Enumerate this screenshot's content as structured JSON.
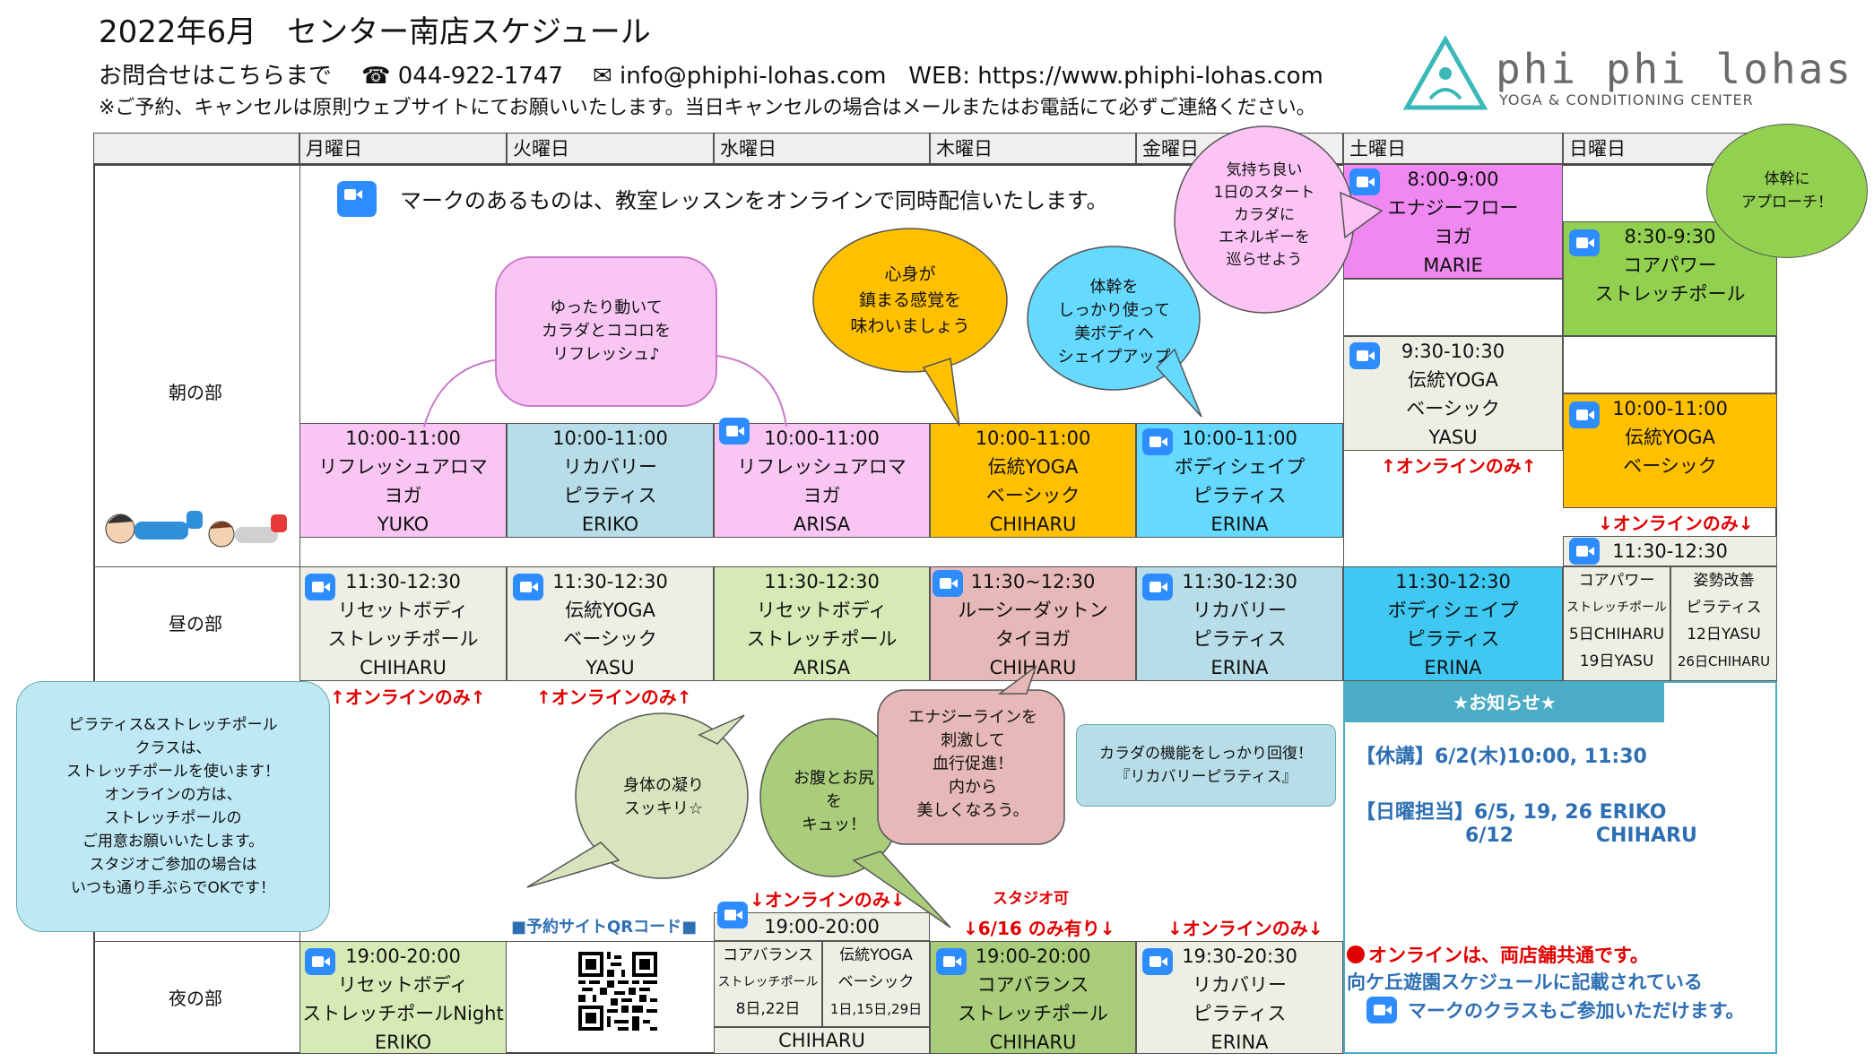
{
  "header": {
    "title": "2022年6月　センター南店スケジュール",
    "contact_lead": "お問合せはこちらまで",
    "phone": "☎ 044-922-1747",
    "email": "✉ info@phiphi-lohas.com",
    "web": "WEB: https://www.phiphi-lohas.com",
    "notice": "※ご予約、キャンセルは原則ウェブサイトにてお願いいたします。当日キャンセルの場合はメールまたはお電話にて必ずご連絡ください。"
  },
  "logo": {
    "name": "phi phi lohas",
    "sub": "YOGA & CONDITIONING CENTER"
  },
  "days": [
    "月曜日",
    "火曜日",
    "水曜日",
    "木曜日",
    "金曜日",
    "土曜日",
    "日曜日"
  ],
  "periods": {
    "morning": "朝の部",
    "noon": "昼の部",
    "night": "夜の部"
  },
  "online_mark_text": "マークのあるものは、教室レッスンをオンラインで同時配信いたします。",
  "morning": {
    "mon": [
      "10:00-11:00",
      "リフレッシュアロマ",
      "ヨガ",
      "YUKO"
    ],
    "tue": [
      "10:00-11:00",
      "リカバリー",
      "ピラティス",
      "ERIKO"
    ],
    "wed": [
      "10:00-11:00",
      "リフレッシュアロマ",
      "ヨガ",
      "ARISA"
    ],
    "thu": [
      "10:00-11:00",
      "伝統YOGA",
      "ベーシック",
      "CHIHARU"
    ],
    "fri": [
      "10:00-11:00",
      "ボディシェイプ",
      "ピラティス",
      "ERINA"
    ],
    "sat1": [
      "8:00-9:00",
      "エナジーフロー",
      "ヨガ",
      "MARIE"
    ],
    "sat2": [
      "9:30-10:30",
      "伝統YOGA",
      "ベーシック",
      "YASU"
    ],
    "sat2_online": "↑オンラインのみ↑",
    "sun1": [
      "8:30-9:30",
      "コアパワー",
      "ストレッチポール"
    ],
    "sun2": [
      "10:00-11:00",
      "伝統YOGA",
      "ベーシック"
    ],
    "sun2_online": "↓オンラインのみ↓",
    "sun3_time": "11:30-12:30"
  },
  "noon": {
    "mon": [
      "11:30-12:30",
      "リセットボディ",
      "ストレッチポール",
      "CHIHARU"
    ],
    "tue": [
      "11:30-12:30",
      "伝統YOGA",
      "ベーシック",
      "YASU"
    ],
    "wed": [
      "11:30-12:30",
      "リセットボディ",
      "ストレッチポール",
      "ARISA"
    ],
    "thu": [
      "11:30~12:30",
      "ルーシーダットン",
      "タイヨガ",
      "CHIHARU"
    ],
    "fri": [
      "11:30-12:30",
      "リカバリー",
      "ピラティス",
      "ERINA"
    ],
    "sat": [
      "11:30-12:30",
      "ボディシェイプ",
      "ピラティス",
      "ERINA"
    ],
    "sun_a": [
      "コアパワー",
      "ストレッチポール",
      "5日CHIHARU",
      "19日YASU"
    ],
    "sun_b": [
      "姿勢改善",
      "ピラティス",
      "12日YASU",
      "26日CHIHARU"
    ],
    "mon_online": "↑オンラインのみ↑",
    "tue_online": "↑オンラインのみ↑"
  },
  "evening_notes": {
    "wed_online": "↓オンラインのみ↓",
    "thu_studio": "スタジオ可",
    "thu_date": "↓6/16 のみ有り↓",
    "fri_online": "↓オンラインのみ↓",
    "qr_label": "■予約サイトQRコード■"
  },
  "night": {
    "mon": [
      "19:00-20:00",
      "リセットボディ",
      "ストレッチポールNight",
      "ERIKO"
    ],
    "wed_time": "19:00-20:00",
    "wed_a": [
      "コアバランス",
      "ストレッチポール",
      "8日,22日"
    ],
    "wed_b": [
      "伝統YOGA",
      "ベーシック",
      "1日,15日,29日"
    ],
    "wed_teacher": "CHIHARU",
    "thu": [
      "19:00-20:00",
      "コアバランス",
      "ストレッチポール",
      "CHIHARU"
    ],
    "fri": [
      "19:30-20:30",
      "リカバリー",
      "ピラティス",
      "ERINA"
    ]
  },
  "bubbles": {
    "b1": [
      "ゆったり動いて",
      "カラダとココロを",
      "リフレッシュ♪"
    ],
    "b2": [
      "心身が",
      "鎮まる感覚を",
      "味わいましょう"
    ],
    "b3": [
      "体幹を",
      "しっかり使って",
      "美ボディへ",
      "シェイプアップ"
    ],
    "b4": [
      "気持ち良い",
      "1日のスタート",
      "カラダに",
      "エネルギーを",
      "巡らせよう"
    ],
    "b5": [
      "体幹に",
      "アプローチ！"
    ],
    "b6": [
      "ピラティス&ストレッチポール",
      "クラスは、",
      "ストレッチポールを使います！",
      "オンラインの方は、",
      "ストレッチポールの",
      "ご用意お願いいたします。",
      "スタジオご参加の場合は",
      "いつも通り手ぶらでOKです！"
    ],
    "b7": [
      "身体の凝り",
      "スッキリ☆"
    ],
    "b8": [
      "お腹とお尻",
      "を",
      "キュッ！"
    ],
    "b9": [
      "エナジーラインを",
      "刺激して",
      "血行促進！",
      "内から",
      "美しくなろう。"
    ],
    "b10": [
      "カラダの機能をしっかり回復！",
      "『リカバリーピラティス』"
    ]
  },
  "notice": {
    "title": "★お知らせ★",
    "closed": "【休講】6/2(木)10:00, 11:30",
    "sunday1": "【日曜担当】6/5, 19, 26  ERIKO",
    "sunday2": "6/12            CHIHARU",
    "shared1": "オンラインは、両店舗共通です。",
    "shared2": "向ケ丘遊園スケジュールに記載されている",
    "shared3": "マークのクラスもご参加いただけます。"
  },
  "colors": {
    "zoom": "#2d8cff",
    "pink": "#f9c6f4",
    "orange": "#ffc000",
    "cyan": "#66d9ff",
    "notice": "#4bacc6"
  }
}
